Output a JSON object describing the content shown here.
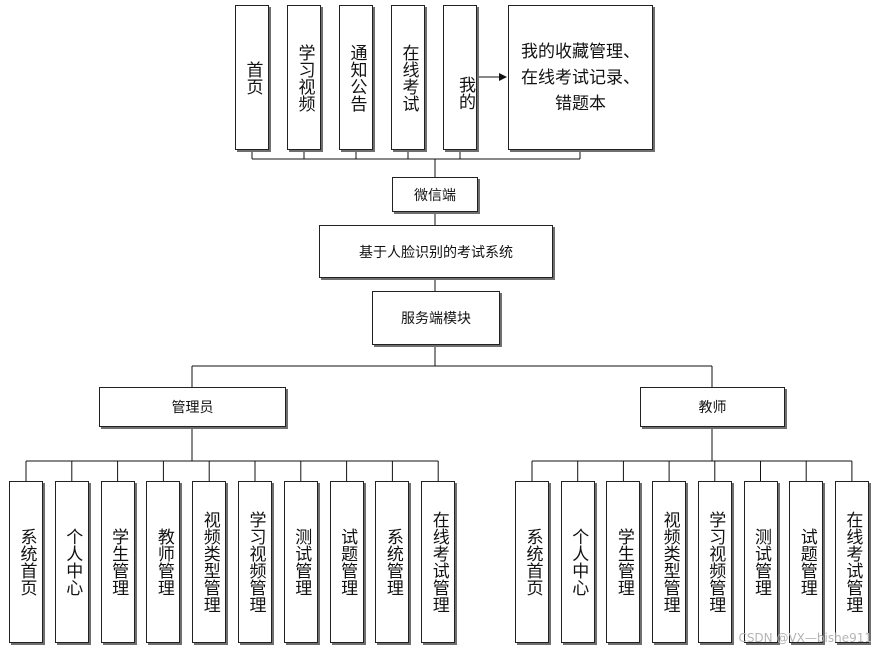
{
  "top_modules": [
    "首页",
    "学习视频",
    "通知公告",
    "在线考试",
    "我的"
  ],
  "my_detail": "我的收藏管理、在线考试记录、错题本",
  "wechat": "微信端",
  "system": "基于人脸识别的考试系统",
  "service": "服务端模块",
  "admin": {
    "label": "管理员",
    "items": [
      "系统首页",
      "个人中心",
      "学生管理",
      "教师管理",
      "视频类型管理",
      "学习视频管理",
      "测试管理",
      "试题管理",
      "系统管理",
      "在线考试管理"
    ]
  },
  "teacher": {
    "label": "教师",
    "items": [
      "系统首页",
      "个人中心",
      "学生管理",
      "视频类型管理",
      "学习视频管理",
      "测试管理",
      "试题管理",
      "在线考试管理"
    ]
  },
  "watermark": "CSDN @VX—bishe911"
}
